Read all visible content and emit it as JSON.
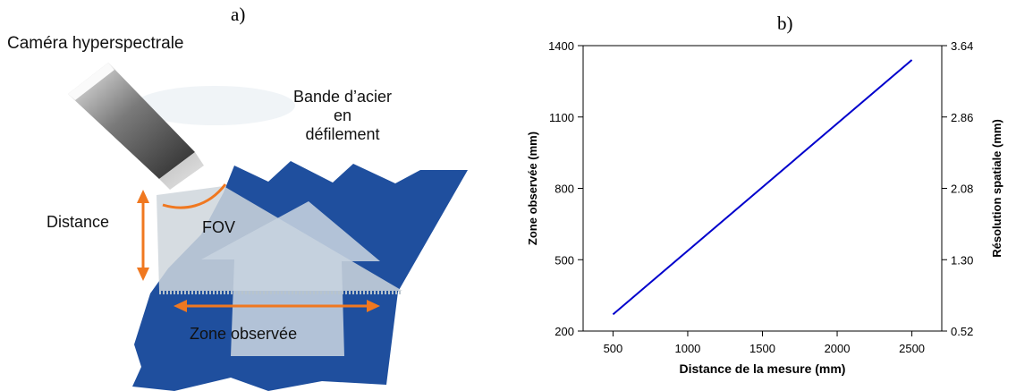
{
  "panel_a": {
    "label": "a)",
    "camera_label": "Caméra hyperspectrale",
    "strip_label_line1": "Bande d’acier",
    "strip_label_line2": "en",
    "strip_label_line3": "défilement",
    "distance_label": "Distance",
    "fov_label": "FOV",
    "zone_label": "Zone observée",
    "colors": {
      "steel_blue": "#1f4f9e",
      "arrow_orange": "#f07820",
      "fov_light": "#cfd6dc"
    }
  },
  "panel_b": {
    "label": "b)"
  },
  "chart_data": {
    "type": "line",
    "title": "",
    "xlabel": "Distance de la mesure (mm)",
    "ylabel": "Zone observée (mm)",
    "y2label": "Résolution spatiale (mm)",
    "xlim": [
      300,
      2700
    ],
    "ylim": [
      200,
      1400
    ],
    "y2lim": [
      0.52,
      3.64
    ],
    "xticks": [
      500,
      1000,
      1500,
      2000,
      2500
    ],
    "yticks": [
      200,
      500,
      800,
      1100,
      1400
    ],
    "y2ticks": [
      "0.52",
      "1.30",
      "2.08",
      "2.86",
      "3.64"
    ],
    "grid": false,
    "series": [
      {
        "color": "#0000cc",
        "x": [
          500,
          2500
        ],
        "y": [
          270,
          1340
        ]
      }
    ]
  }
}
